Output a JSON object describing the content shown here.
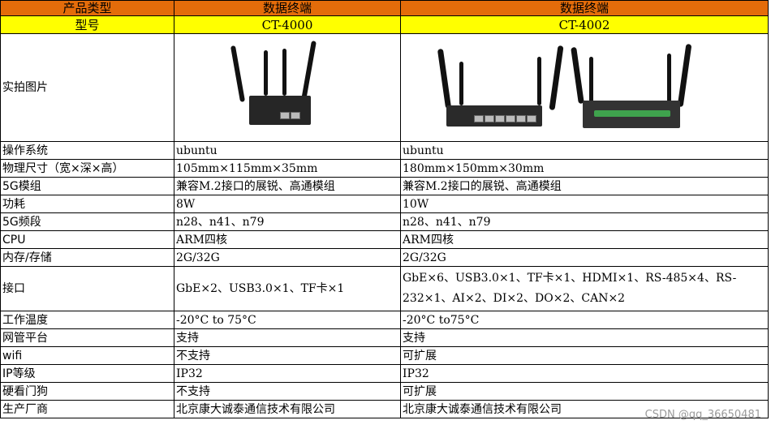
{
  "header": {
    "col1": "产品类型",
    "col2": "数据终端",
    "col3": "数据终端"
  },
  "model_row": {
    "label": "型号",
    "a": "CT-4000",
    "b": "CT-4002"
  },
  "photo_row": {
    "label": "实拍图片"
  },
  "rows": [
    {
      "label": "操作系统",
      "a": "ubuntu",
      "b": "ubuntu"
    },
    {
      "label": "物理尺寸（宽×深×高）",
      "a": "105mm×115mm×35mm",
      "b": "180mm×150mm×30mm"
    },
    {
      "label": "5G模组",
      "a": "兼容M.2接口的展锐、高通模组",
      "b": "兼容M.2接口的展锐、高通模组"
    },
    {
      "label": "功耗",
      "a": "8W",
      "b": "10W"
    },
    {
      "label": "5G频段",
      "a": "n28、n41、n79",
      "b": "n28、n41、n79"
    },
    {
      "label": "CPU",
      "a": "ARM四核",
      "b": "ARM四核"
    },
    {
      "label": "内存/存储",
      "a": "2G/32G",
      "b": "2G/32G"
    },
    {
      "label": "接口",
      "a": "GbE×2、USB3.0×1、TF卡×1",
      "b": "GbE×6、USB3.0×1、TF卡×1、HDMI×1、RS-485×4、RS-232×1、AI×2、DI×2、DO×2、CAN×2"
    },
    {
      "label": "工作温度",
      "a": "-20°C to 75°C",
      "b": "-20°C to75°C"
    },
    {
      "label": "网管平台",
      "a": "支持",
      "b": "支持"
    },
    {
      "label": "wifi",
      "a": "不支持",
      "b": "可扩展"
    },
    {
      "label": "IP等级",
      "a": "IP32",
      "b": "IP32"
    },
    {
      "label": "硬看门狗",
      "a": "不支持",
      "b": "可扩展"
    },
    {
      "label": "生产厂商",
      "a": "北京康大诚泰通信技术有限公司",
      "b": "北京康大诚泰通信技术有限公司"
    }
  ],
  "watermark": "CSDN @qq_36650481"
}
